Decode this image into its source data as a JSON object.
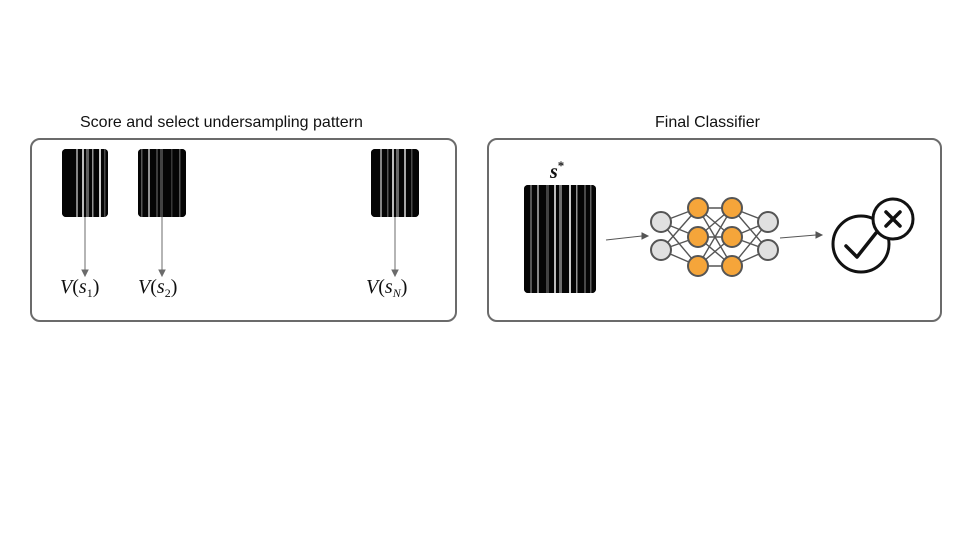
{
  "left_panel": {
    "title": "Score and select undersampling pattern",
    "scores": [
      {
        "fn": "V",
        "var": "s",
        "sub": "1"
      },
      {
        "fn": "V",
        "var": "s",
        "sub": "2"
      },
      {
        "fn": "V",
        "var": "s",
        "sub": "N"
      }
    ]
  },
  "right_panel": {
    "title": "Final Classifier",
    "selected_label": {
      "var": "s",
      "sup": "*"
    }
  },
  "colors": {
    "border": "#6b6b6b",
    "hidden_node": "#f5a53a",
    "io_node": "#e0e0e0",
    "kspace_bg": "#050505"
  },
  "icons": [
    "checkmark-circle-icon",
    "cross-circle-icon"
  ]
}
